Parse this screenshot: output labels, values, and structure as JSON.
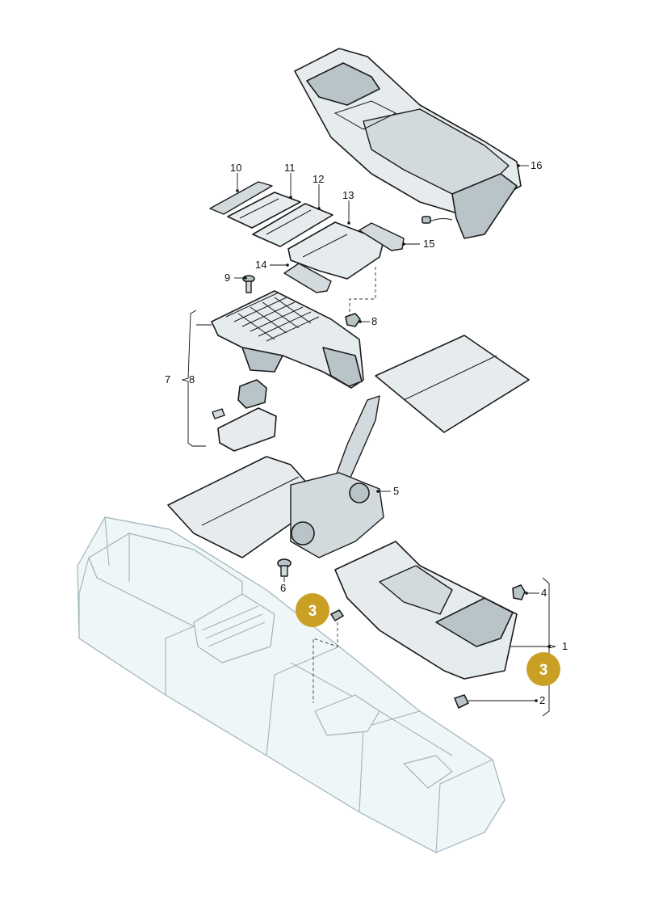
{
  "callouts": {
    "c1": "1",
    "c2": "2",
    "c4": "4",
    "c5": "5",
    "c6": "6",
    "c7": "7",
    "c8a": "8",
    "c8b": "8",
    "c9": "9",
    "c10": "10",
    "c11": "11",
    "c12": "12",
    "c13": "13",
    "c14": "14",
    "c15": "15",
    "c16": "16"
  },
  "highlights": {
    "left": "3",
    "right": "3",
    "color": "#c9a024"
  }
}
